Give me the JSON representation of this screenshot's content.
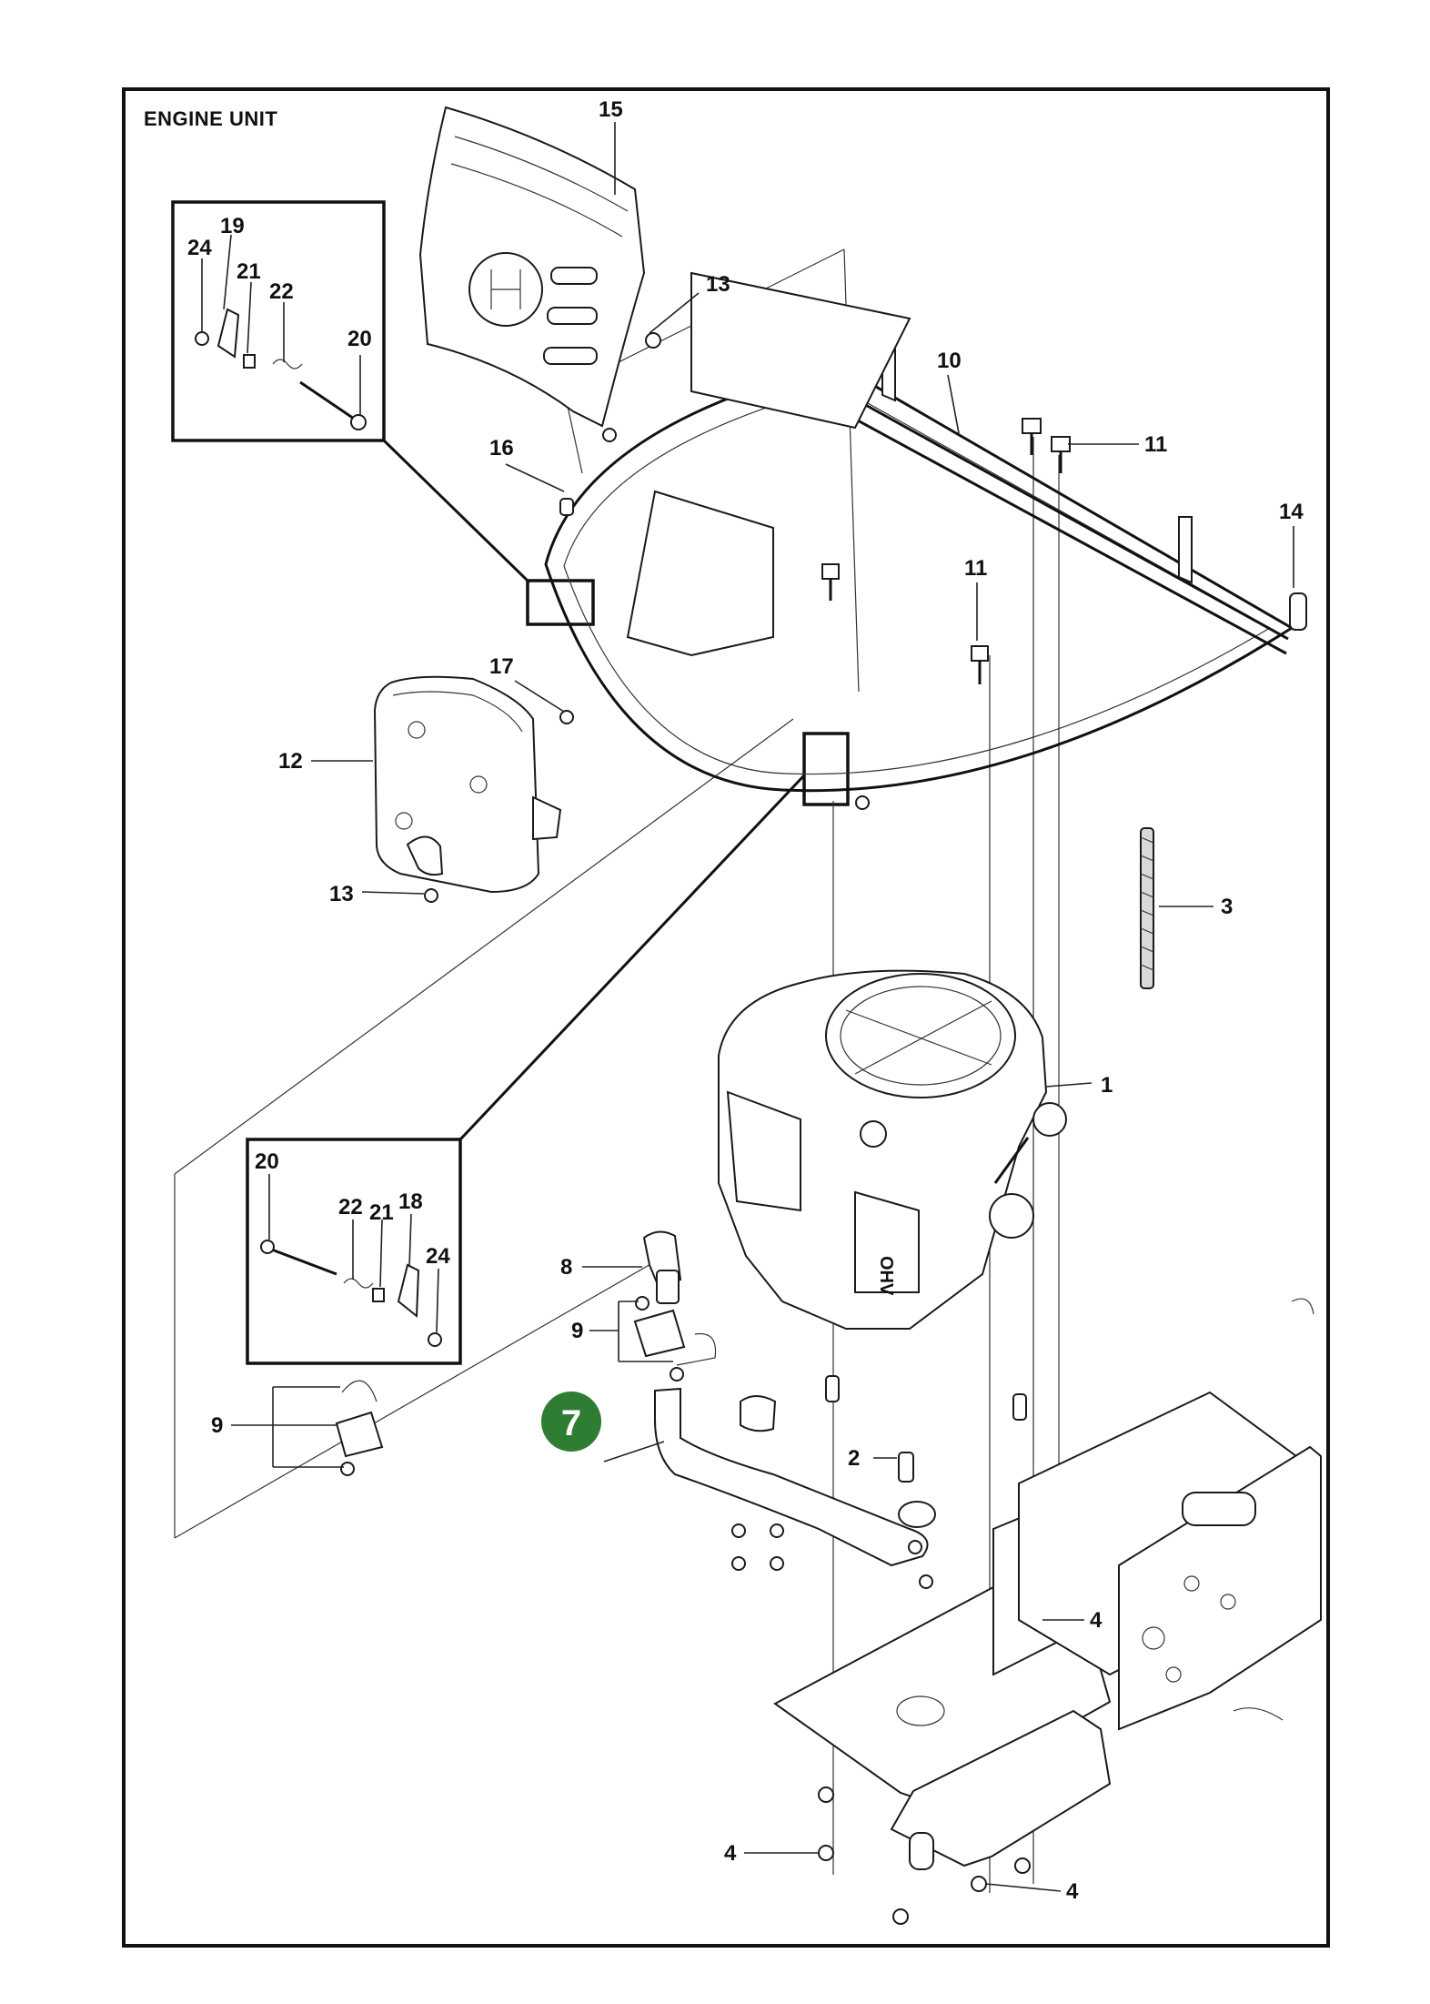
{
  "title": "ENGINE UNIT",
  "highlight": {
    "label": "7",
    "color": "#2f7d32"
  },
  "callouts": {
    "c1": "1",
    "c2": "2",
    "c3": "3",
    "c4a": "4",
    "c4b": "4",
    "c4c": "4",
    "c8": "8",
    "c9a": "9",
    "c9b": "9",
    "c10": "10",
    "c11a": "11",
    "c11b": "11",
    "c12": "12",
    "c13a": "13",
    "c13b": "13",
    "c14": "14",
    "c15": "15",
    "c16": "16",
    "c17": "17",
    "c18": "18",
    "c19": "19",
    "c20a": "20",
    "c20b": "20",
    "c21a": "21",
    "c21b": "21",
    "c22a": "22",
    "c22b": "22",
    "c24a": "24",
    "c24b": "24"
  },
  "engine_label": "OHV"
}
